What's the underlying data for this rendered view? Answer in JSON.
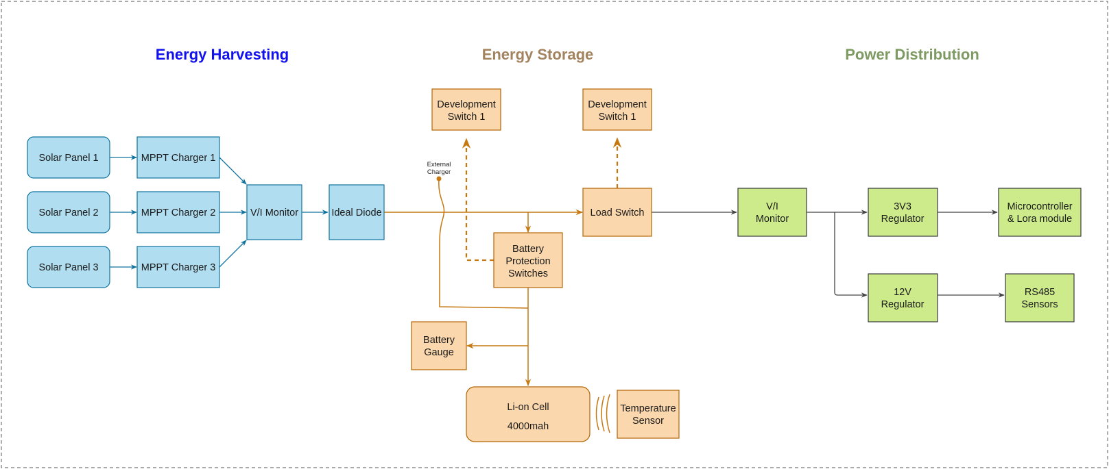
{
  "sections": {
    "harvesting": {
      "title": "Energy Harvesting",
      "color": "#1111ee"
    },
    "storage": {
      "title": "Energy Storage",
      "color": "#a3835f"
    },
    "distribution": {
      "title": "Power Distribution",
      "color": "#7e9a63"
    }
  },
  "harvesting": {
    "solar_panels": [
      "Solar Panel 1",
      "Solar Panel 2",
      "Solar Panel 3"
    ],
    "chargers": [
      "MPPT Charger 1",
      "MPPT Charger 2",
      "MPPT Charger 3"
    ],
    "vi_monitor": "V/I Monitor",
    "ideal_diode": "Ideal Diode"
  },
  "storage": {
    "dev_switch_a": [
      "Development",
      "Switch 1"
    ],
    "dev_switch_b": [
      "Development",
      "Switch 1"
    ],
    "external_charger": [
      "External",
      "Charger"
    ],
    "load_switch": "Load Switch",
    "battery_protection": [
      "Battery",
      "Protection",
      "Switches"
    ],
    "battery_gauge": [
      "Battery",
      "Gauge"
    ],
    "cell": [
      "Li-on Cell",
      "4000mah"
    ],
    "temperature_sensor": [
      "Temperature",
      "Sensor"
    ]
  },
  "distribution": {
    "vi_monitor": [
      "V/I",
      "Monitor"
    ],
    "reg_3v3": [
      "3V3",
      "Regulator"
    ],
    "reg_12v": [
      "12V",
      "Regulator"
    ],
    "mcu": [
      "Microcontroller",
      "& Lora module"
    ],
    "rs485": [
      "RS485",
      "Sensors"
    ]
  }
}
